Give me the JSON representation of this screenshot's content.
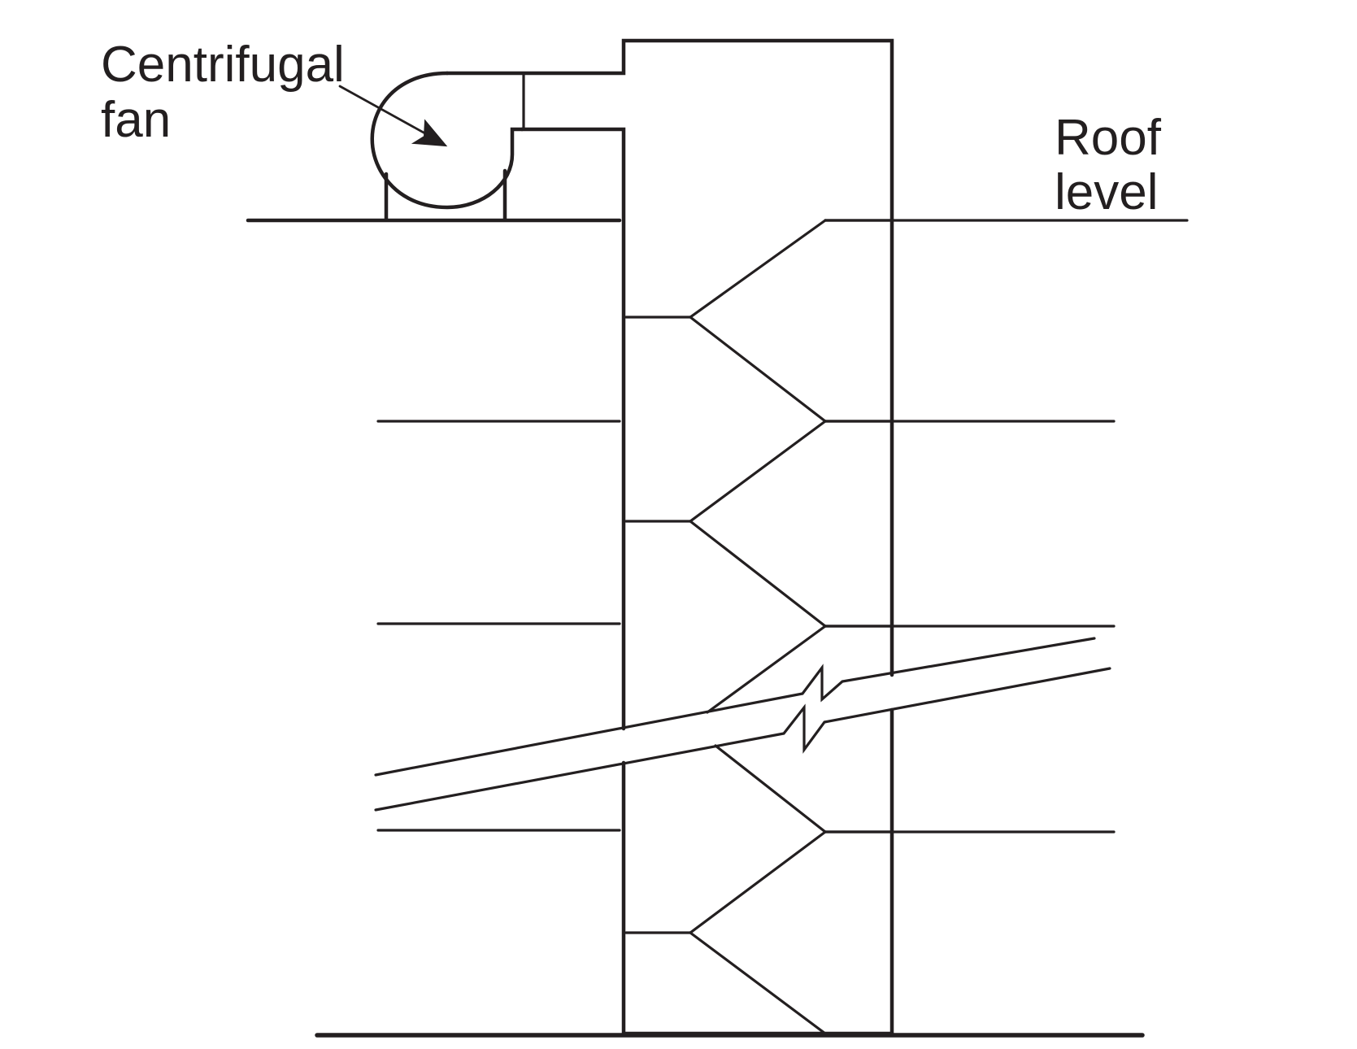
{
  "labels": {
    "fan_line1": "Centrifugal",
    "fan_line2": "fan",
    "roof_line1": "Roof",
    "roof_line2": "level"
  },
  "colors": {
    "ink": "#231f20",
    "background": "#ffffff"
  }
}
